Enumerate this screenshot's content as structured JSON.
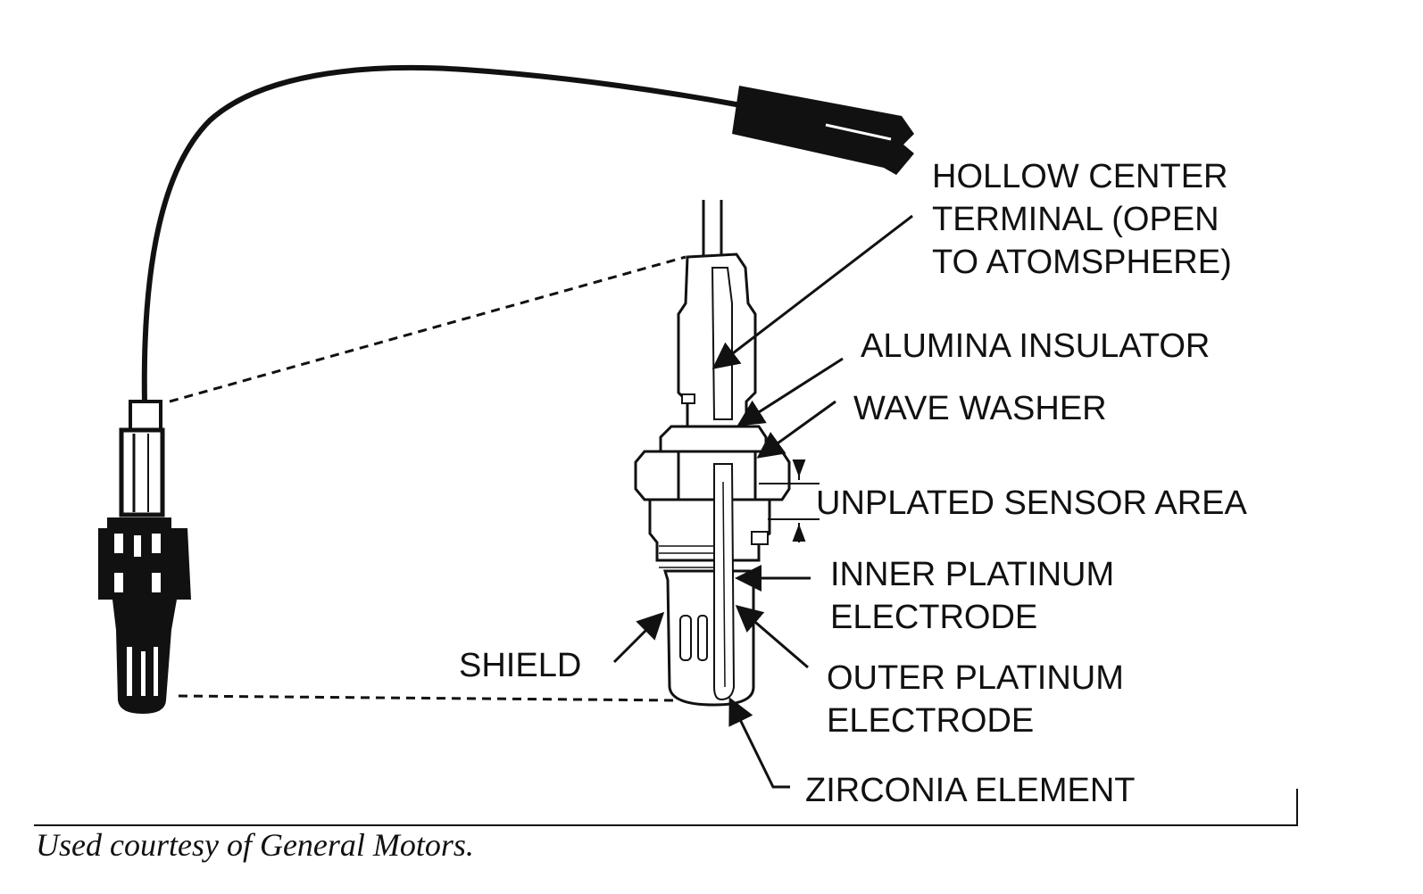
{
  "labels": {
    "hollow_center_terminal": [
      "HOLLOW CENTER",
      "TERMINAL (OPEN",
      "TO ATOMSPHERE)"
    ],
    "alumina_insulator": "ALUMINA INSULATOR",
    "wave_washer": "WAVE WASHER",
    "unplated_sensor_area": "UNPLATED SENSOR AREA",
    "inner_platinum_electrode": [
      "INNER PLATINUM",
      "ELECTRODE"
    ],
    "shield": "SHIELD",
    "outer_platinum_electrode": [
      "OUTER PLATINUM",
      "ELECTRODE"
    ],
    "zirconia_element": "ZIRCONIA ELEMENT"
  },
  "caption": "Used courtesy of General Motors.",
  "colors": {
    "ink": "#111111",
    "background": "#ffffff"
  }
}
